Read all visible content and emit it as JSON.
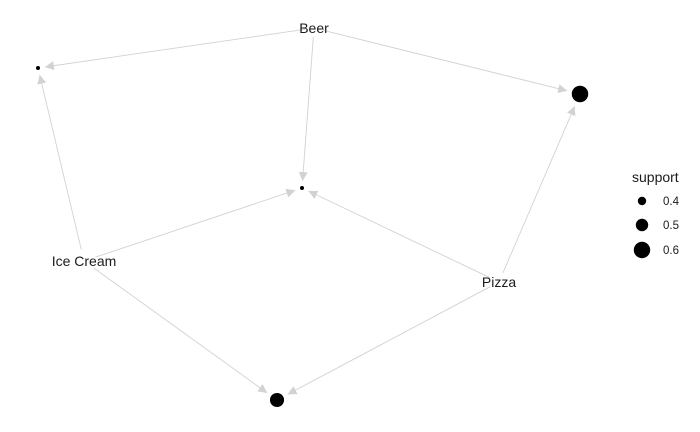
{
  "chart_data": {
    "type": "network",
    "item_nodes": [
      {
        "id": "beer",
        "label": "Beer"
      },
      {
        "id": "icecream",
        "label": "Ice Cream"
      },
      {
        "id": "pizza",
        "label": "Pizza"
      }
    ],
    "rule_nodes": [
      {
        "id": "r1",
        "support": 0.34
      },
      {
        "id": "r2",
        "support": 0.34
      },
      {
        "id": "r3",
        "support": 0.6
      },
      {
        "id": "r4",
        "support": 0.55
      }
    ],
    "edges": [
      {
        "from": "beer",
        "to": "r1"
      },
      {
        "from": "icecream",
        "to": "r1"
      },
      {
        "from": "beer",
        "to": "r2"
      },
      {
        "from": "icecream",
        "to": "r2"
      },
      {
        "from": "pizza",
        "to": "r2"
      },
      {
        "from": "beer",
        "to": "r3"
      },
      {
        "from": "pizza",
        "to": "r3"
      },
      {
        "from": "icecream",
        "to": "r4"
      },
      {
        "from": "pizza",
        "to": "r4"
      }
    ],
    "legend": {
      "title": "support",
      "placement": "right",
      "entries": [
        {
          "label": "0.4",
          "value": 0.4
        },
        {
          "label": "0.5",
          "value": 0.5
        },
        {
          "label": "0.6",
          "value": 0.6
        }
      ]
    },
    "colors": {
      "edge": "#d2d2d2",
      "node": "#000000",
      "text": "#1a1a1a"
    }
  }
}
